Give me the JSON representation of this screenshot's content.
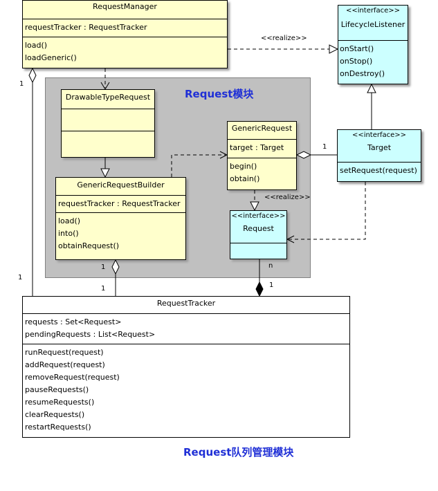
{
  "package": {
    "title": "Request模块"
  },
  "caption": "Request队列管理模块",
  "classes": {
    "request_manager": {
      "name": "RequestManager",
      "attributes": [
        "requestTracker : RequestTracker"
      ],
      "methods": [
        "load()",
        "loadGeneric()"
      ]
    },
    "lifecycle_listener": {
      "stereotype": "<<interface>>",
      "name": "LifecycleListener",
      "methods": [
        "onStart()",
        "onStop()",
        "onDestroy()"
      ]
    },
    "drawable_type_request": {
      "name": "DrawableTypeRequest"
    },
    "generic_request": {
      "name": "GenericRequest",
      "attributes": [
        "target : Target"
      ],
      "methods": [
        "begin()",
        "obtain()"
      ]
    },
    "target": {
      "stereotype": "<<interface>>",
      "name": "Target",
      "methods": [
        "setRequest(request)"
      ]
    },
    "generic_request_builder": {
      "name": "GenericRequestBuilder",
      "attributes": [
        "requestTracker : RequestTracker"
      ],
      "methods": [
        "load()",
        "into()",
        "obtainRequest()"
      ]
    },
    "request": {
      "stereotype": "<<interface>>",
      "name": "Request"
    },
    "request_tracker": {
      "name": "RequestTracker",
      "attributes": [
        "requests : Set<Request>",
        "pendingRequests : List<Request>"
      ],
      "methods": [
        "runRequest(request)",
        "addRequest(request)",
        "removeRequest(request)",
        "pauseRequests()",
        "resumeRequests()",
        "clearRequests()",
        "restartRequests()"
      ]
    }
  },
  "labels": {
    "realize_top": "<<realize>>",
    "realize_mid": "<<realize>>",
    "mult_rm_left": "1",
    "mult_rt_left": "1",
    "mult_grb_1": "1",
    "mult_rt_mid": "1",
    "mult_gr_target": "1",
    "mult_req_n": "n",
    "mult_req_1": "1"
  },
  "colors": {
    "class_fill": "#ffffcc",
    "interface_fill": "#ccffff",
    "package_fill": "#c0c0c0",
    "title_blue": "#1f2fd6"
  }
}
